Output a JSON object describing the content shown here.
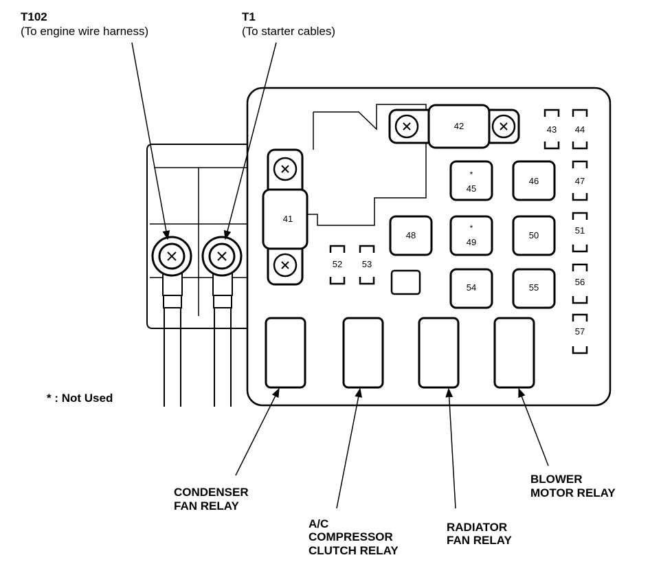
{
  "terminals": {
    "t102": {
      "id": "T102",
      "desc": "(To engine wire harness)"
    },
    "t1": {
      "id": "T1",
      "desc": "(To starter cables)"
    }
  },
  "legend": {
    "note": "* : Not Used"
  },
  "fuses": {
    "f41": "41",
    "f42": "42",
    "f43": "43",
    "f44": "44",
    "f45": "45",
    "f46": "46",
    "f47": "47",
    "f48": "48",
    "f49": "49",
    "f50": "50",
    "f51": "51",
    "f52": "52",
    "f53": "53",
    "f54": "54",
    "f55": "55",
    "f56": "56",
    "f57": "57"
  },
  "not_used_marker": "*",
  "relays": {
    "condenser": [
      "CONDENSER",
      "FAN RELAY"
    ],
    "ac": [
      "A/C",
      "COMPRESSOR",
      "CLUTCH RELAY"
    ],
    "radiator": [
      "RADIATOR",
      "FAN RELAY"
    ],
    "blower": [
      "BLOWER",
      "MOTOR RELAY"
    ]
  },
  "colors": {
    "ink": "#000000",
    "paper": "#ffffff"
  }
}
